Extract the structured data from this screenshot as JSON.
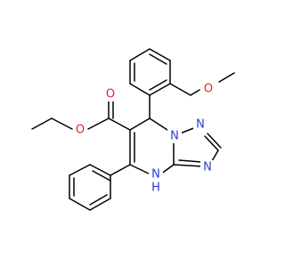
{
  "molecule": {
    "atoms": {
      "o_carbonyl": {
        "label": "O",
        "color": "#e0261b"
      },
      "o_ester": {
        "label": "O",
        "color": "#e0261b"
      },
      "o_methoxy": {
        "label": "O",
        "color": "#e0261b"
      },
      "n_bridge": {
        "label": "N",
        "color": "#2b3bd6"
      },
      "n_top": {
        "label": "N",
        "color": "#2b3bd6"
      },
      "n_right": {
        "label": "N",
        "color": "#2b3bd6"
      },
      "n_h": {
        "label": "N",
        "color": "#2b3bd6"
      },
      "h_nh": {
        "label": "H",
        "color": "#2b3bd6"
      }
    }
  }
}
